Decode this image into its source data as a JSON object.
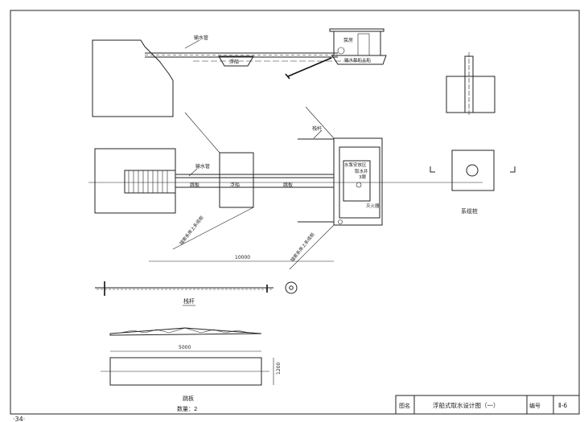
{
  "title_block": {
    "name_label": "图名",
    "title": "浮船式取水设计图（一）",
    "number_label": "编号",
    "number": "Ⅱ-6"
  },
  "page_number": "·34·",
  "elevation": {
    "pipe": "输水管",
    "pump_room": "泵房",
    "float": "浮船",
    "pump_boat": "输水泵船主船"
  },
  "plan": {
    "brace": "栈杆",
    "pipe": "输水管",
    "gangplank_left": "跳板",
    "float": "浮船",
    "gangplank_right": "跳板",
    "pump_area": "水泵安放区",
    "intake_well": "取水井",
    "intake_well_sub": "3眼",
    "extinguisher": "灭火器",
    "mooring_left": "锚索系岸上系缆桩",
    "mooring_right": "锚索系岸上系缆桩",
    "dimension": "10000"
  },
  "bollard": {
    "label": "系缆桩"
  },
  "rod": {
    "label": "栈杆"
  },
  "gangplank": {
    "label": "跳板",
    "quantity": "数量：2",
    "length": "5000",
    "width": "1200"
  }
}
